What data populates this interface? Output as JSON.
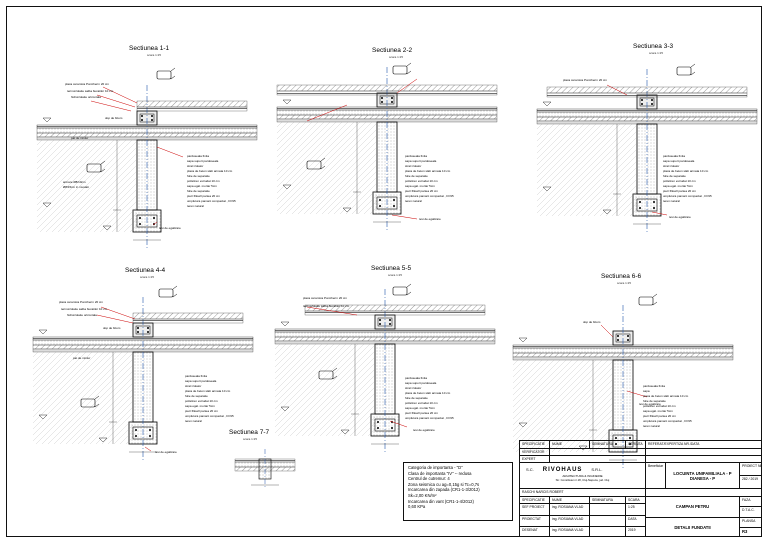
{
  "sections": [
    {
      "id": "s11",
      "title": "Sectiunea  1-1",
      "scale": "scara 1:25"
    },
    {
      "id": "s22",
      "title": "Sectiunea  2-2",
      "scale": "scara 1:25"
    },
    {
      "id": "s33",
      "title": "Sectiunea  3-3",
      "scale": "scara 1:25"
    },
    {
      "id": "s44",
      "title": "Sectiunea  4-4",
      "scale": "scara 1:25"
    },
    {
      "id": "s55",
      "title": "Sectiunea  5-5",
      "scale": "scara 1:25"
    },
    {
      "id": "s66",
      "title": "Sectiunea  6-6",
      "scale": "scara 1:25"
    },
    {
      "id": "s77",
      "title": "Sectiunea  7-7",
      "scale": "scara 1:25"
    }
  ],
  "labels": {
    "plank": "placa ceramica Porotherm 20 cm",
    "termoizolatie": "termoizolatie saiba bucatilor 10 cm",
    "hidroizolatie": "hidroizolatie orizontala",
    "glaf": "glaf beton",
    "dop": "dop de bitum",
    "pat": "pat de mixtur",
    "bar": "armare Ø8/10cm",
    "bar_sub": "Ø8/15cm in mustati",
    "rod": "tevi de egalizare",
    "layers": [
      "pardoseala finita",
      "sapa suport pardoseala",
      "strat izolator",
      "placa de beton slab armata 10 cm",
      "folie de separatie",
      "polistiren extrudat 10 cm",
      "sapa egal. mortar 5cm",
      "folie de separatie",
      "pietr fillowil partea 20 cm",
      "umplutura pamant compactat , D=95",
      "teren natural"
    ]
  },
  "info_box": [
    "Categoria de importanta - \"D\"",
    "Clasa de importanta \"IV\" -- redusa",
    "Centrul de cutremur: 4",
    "Zona seismica cu ag=0,15g si Tc=0,7s",
    "Incarcarea din zapada (CR1-1-3/2012)",
    "Sk=2,00 KN/m²",
    "Incarcarea din vant (CR1-1-4/2012)",
    "0,60 KPa"
  ],
  "title_block": {
    "h_specificatie": "SPECIFICATIE",
    "h_nume": "NUME",
    "h_semnatura": "SEMNATURA",
    "h_cerinta": "CERINTA",
    "h_referat": "REFERAT/EXPERTIZA NR./DATA",
    "verificat": "VERIFICATOR",
    "expert": "EXPERT",
    "firm_prefix": "S.C.",
    "firm_name": "RIVOHAUS",
    "firm_suffix": "S.R.L.",
    "firm_sub": "ARHITECTURA & INGINERIE",
    "firm_addr": "Str. Constituiei nr.18, Cluj-Napoca, jud. Cluj",
    "beneficiar_label": "Beneficiar",
    "beneficiar_val": "RASCHI NARCIS ROBERT",
    "project": "LOCUINTA UNIFAMILIALA - P",
    "location": "DIANESA - P",
    "proiect_nr_label": "PROIECT NR.",
    "proiect_nr": "282 / 2019",
    "sef_label": "SEF PROIECT",
    "sef_val": "ing. ROSIANA VLAD",
    "proiectat_label": "PROIECTAT",
    "proiectat_val": "ing. ROSIANA VLAD",
    "desenat_label": "DESENAT",
    "desenat_val": "ing. ROSIANA VLAD",
    "scara_label": "SCARA",
    "scara_val": "1:25",
    "data_label": "DATA",
    "data_val": "2019",
    "faza_label": "FAZA",
    "faza_val": "D.T.A.C.",
    "titlu_plansa": "CAMPAN PETRU",
    "plansa_label": "PLANSA",
    "plansa_val": "R3",
    "detalii": "DETALII FUNDATII"
  }
}
